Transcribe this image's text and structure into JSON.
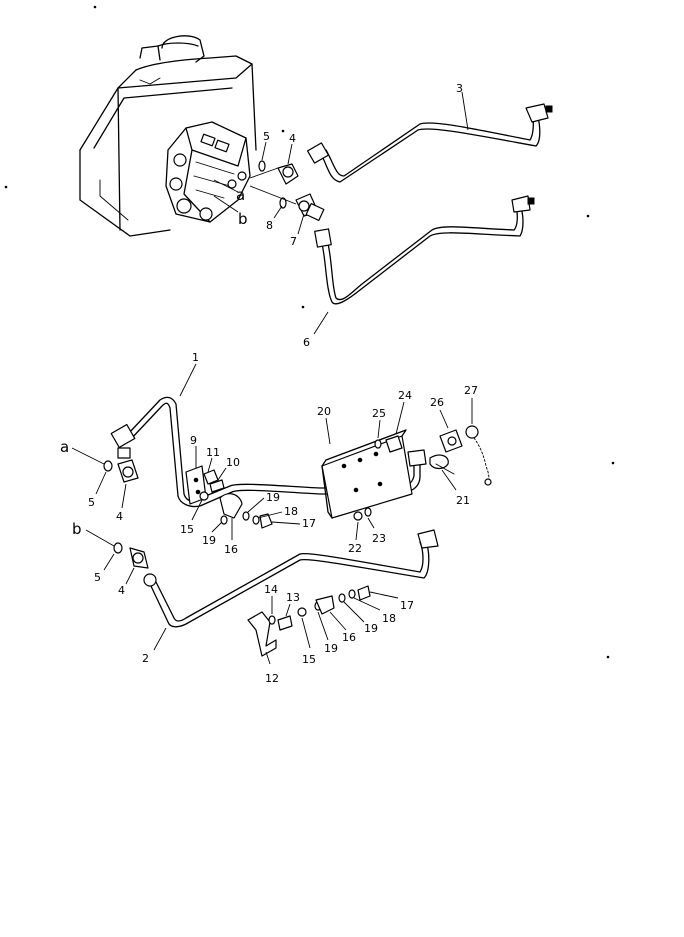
{
  "callouts": {
    "c1": "1",
    "c2": "2",
    "c3": "3",
    "c4a": "4",
    "c4b": "4",
    "c4c": "4",
    "c5a": "5",
    "c5b": "5",
    "c5c": "5",
    "c6": "6",
    "c7": "7",
    "c8": "8",
    "c9": "9",
    "c10": "10",
    "c11": "11",
    "c12": "12",
    "c13": "13",
    "c14": "14",
    "c15a": "15",
    "c15b": "15",
    "c16a": "16",
    "c16b": "16",
    "c17a": "17",
    "c17b": "17",
    "c18a": "18",
    "c18b": "18",
    "c19a": "19",
    "c19b": "19",
    "c19c": "19",
    "c19d": "19",
    "c20": "20",
    "c21": "21",
    "c22": "22",
    "c23": "23",
    "c24": "24",
    "c25": "25",
    "c26": "26",
    "c27": "27"
  },
  "letters": {
    "a_top": "a",
    "b_top": "b",
    "a_mid": "a",
    "b_mid": "b"
  }
}
